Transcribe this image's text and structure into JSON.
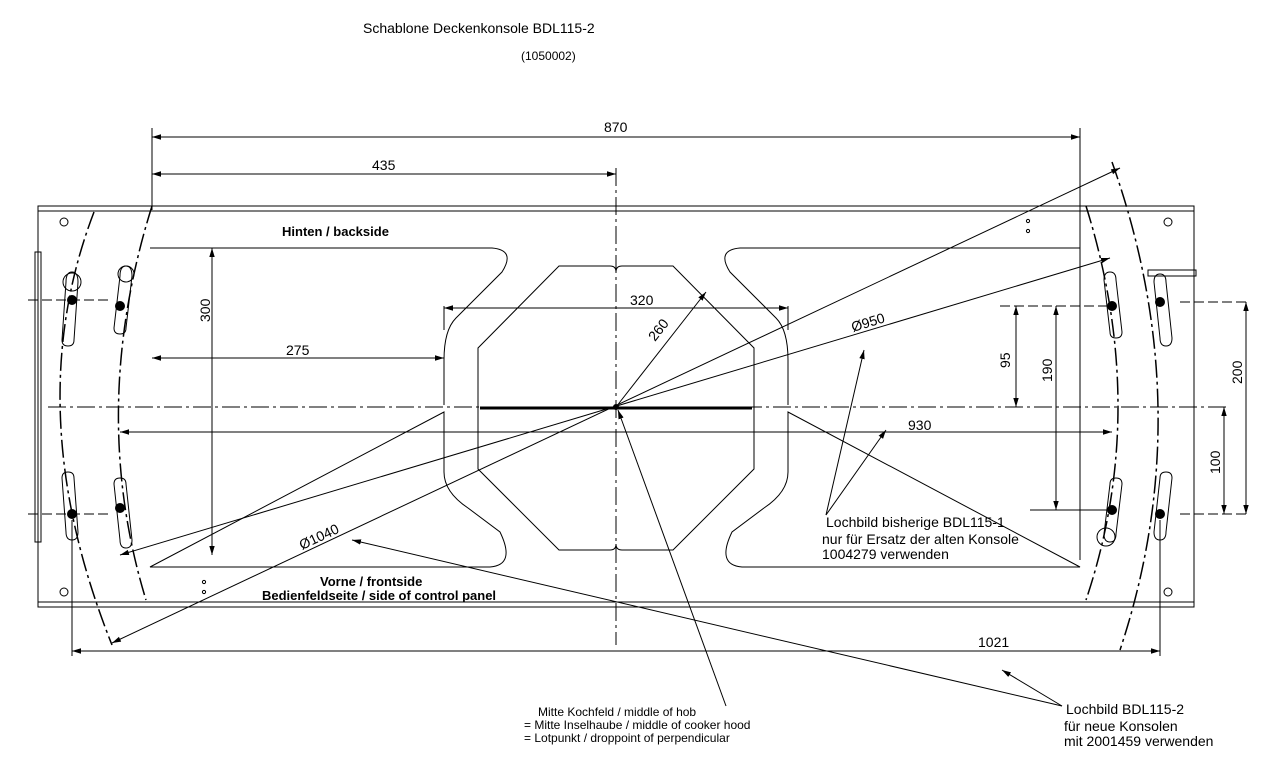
{
  "title": "Schablone Deckenkonsole  BDL115-2",
  "subtitle": "(1050002)",
  "dimensions": {
    "d870": "870",
    "d435": "435",
    "d300": "300",
    "d275": "275",
    "d320": "320",
    "d260": "260",
    "d950": "Ø950",
    "d95": "95",
    "d190": "190",
    "d200": "200",
    "d930": "930",
    "d100": "100",
    "d1040": "Ø1040",
    "d1021": "1021"
  },
  "labels": {
    "backside": "Hinten / backside",
    "front": "Vorne /  frontside",
    "control_panel": "Bedienfeldseite / side of control panel"
  },
  "notes": {
    "old_pattern": [
      "Lochbild bisherige BDL115-1",
      "nur für Ersatz der alten Konsole",
      "1004279 verwenden"
    ],
    "new_pattern": [
      "Lochbild BDL115-2",
      "für neue Konsolen",
      "mit 2001459 verwenden"
    ],
    "center": [
      "Mitte Kochfeld / middle of hob",
      "= Mitte Inselhaube / middle of cooker hood",
      "= Lotpunkt / droppoint of perpendicular"
    ]
  }
}
